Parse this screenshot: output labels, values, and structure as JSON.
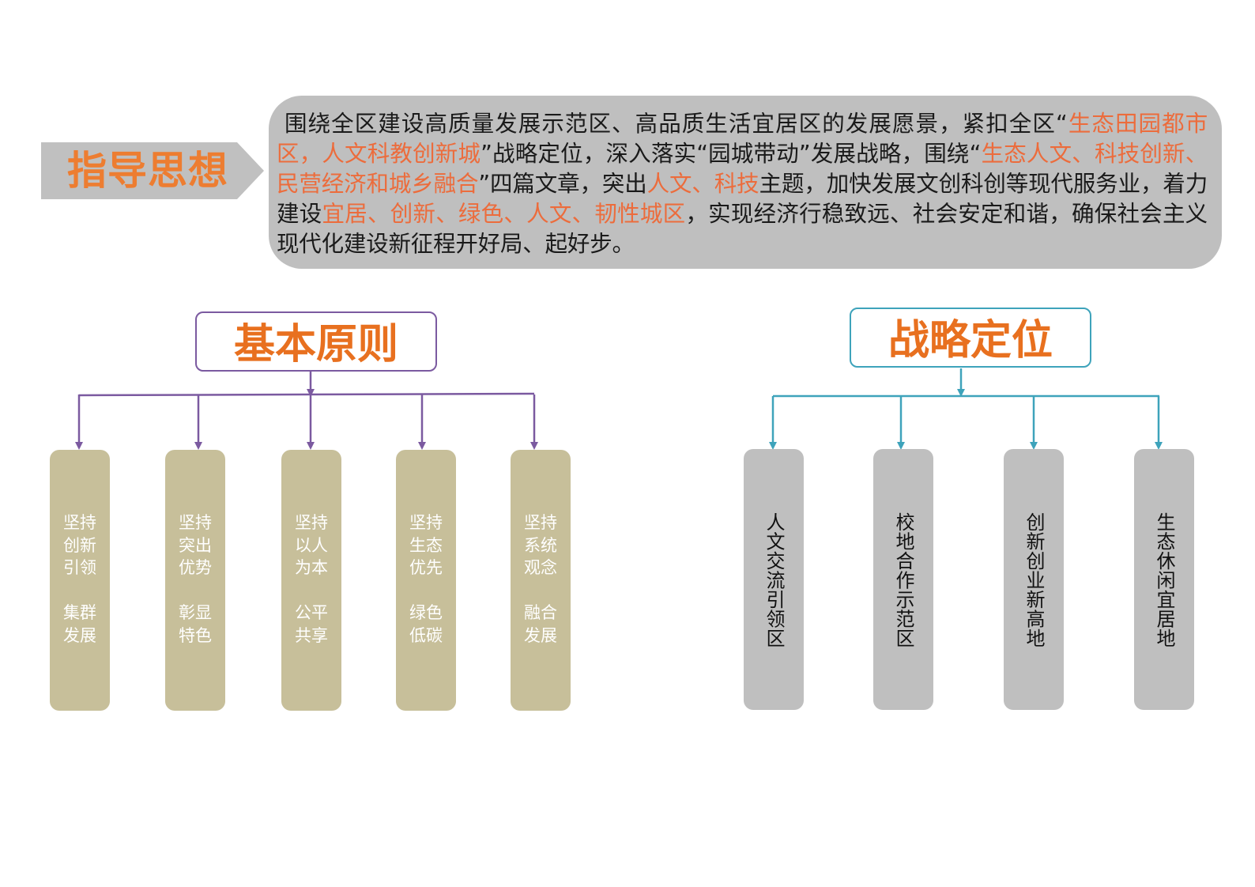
{
  "guiding_thought": {
    "tag_label": "指导思想",
    "segments": [
      {
        "text": "围绕全区建设高质量发展示范区、高品质生活宜居区的发展愿景，紧扣全区“",
        "highlight": false
      },
      {
        "text": "生态田园都市区，人文科教创新城",
        "highlight": true
      },
      {
        "text": "”战略定位，深入落实“园城带动”发展战略，围绕“",
        "highlight": false
      },
      {
        "text": "生态人文、科技创新、民营经济和城乡融合",
        "highlight": true
      },
      {
        "text": "”四篇文章，突出",
        "highlight": false
      },
      {
        "text": "人文、科技",
        "highlight": true
      },
      {
        "text": "主题，加快发展文创科创等现代服务业，着力建设",
        "highlight": false
      },
      {
        "text": "宜居、创新、绿色、人文、韧性城区",
        "highlight": true
      },
      {
        "text": "，实现经济行稳致远、社会安定和谐，确保社会主义现代化建设新征程开好局、起好步。",
        "highlight": false
      }
    ]
  },
  "basic_principles": {
    "title": "基本原则",
    "items": [
      {
        "line1": "坚持",
        "line2": "创新",
        "line3": "引领",
        "line4": "集群",
        "line5": "发展"
      },
      {
        "line1": "坚持",
        "line2": "突出",
        "line3": "优势",
        "line4": "彰显",
        "line5": "特色"
      },
      {
        "line1": "坚持",
        "line2": "以人",
        "line3": "为本",
        "line4": "公平",
        "line5": "共享"
      },
      {
        "line1": "坚持",
        "line2": "生态",
        "line3": "优先",
        "line4": "绿色",
        "line5": "低碳"
      },
      {
        "line1": "坚持",
        "line2": "系统",
        "line3": "观念",
        "line4": "融合",
        "line5": "发展"
      }
    ]
  },
  "strategic_positioning": {
    "title": "战略定位",
    "items": [
      "人文交流引领区",
      "校地合作示范区",
      "创新创业新高地",
      "生态休闲宜居地"
    ]
  },
  "colors": {
    "accent_orange": "#ed7d31",
    "highlight_red": "#ec6c3c",
    "purple": "#7b5aa0",
    "teal": "#3ea3bb",
    "khaki": "#c7bf9a",
    "gray": "#bfbfbf"
  }
}
